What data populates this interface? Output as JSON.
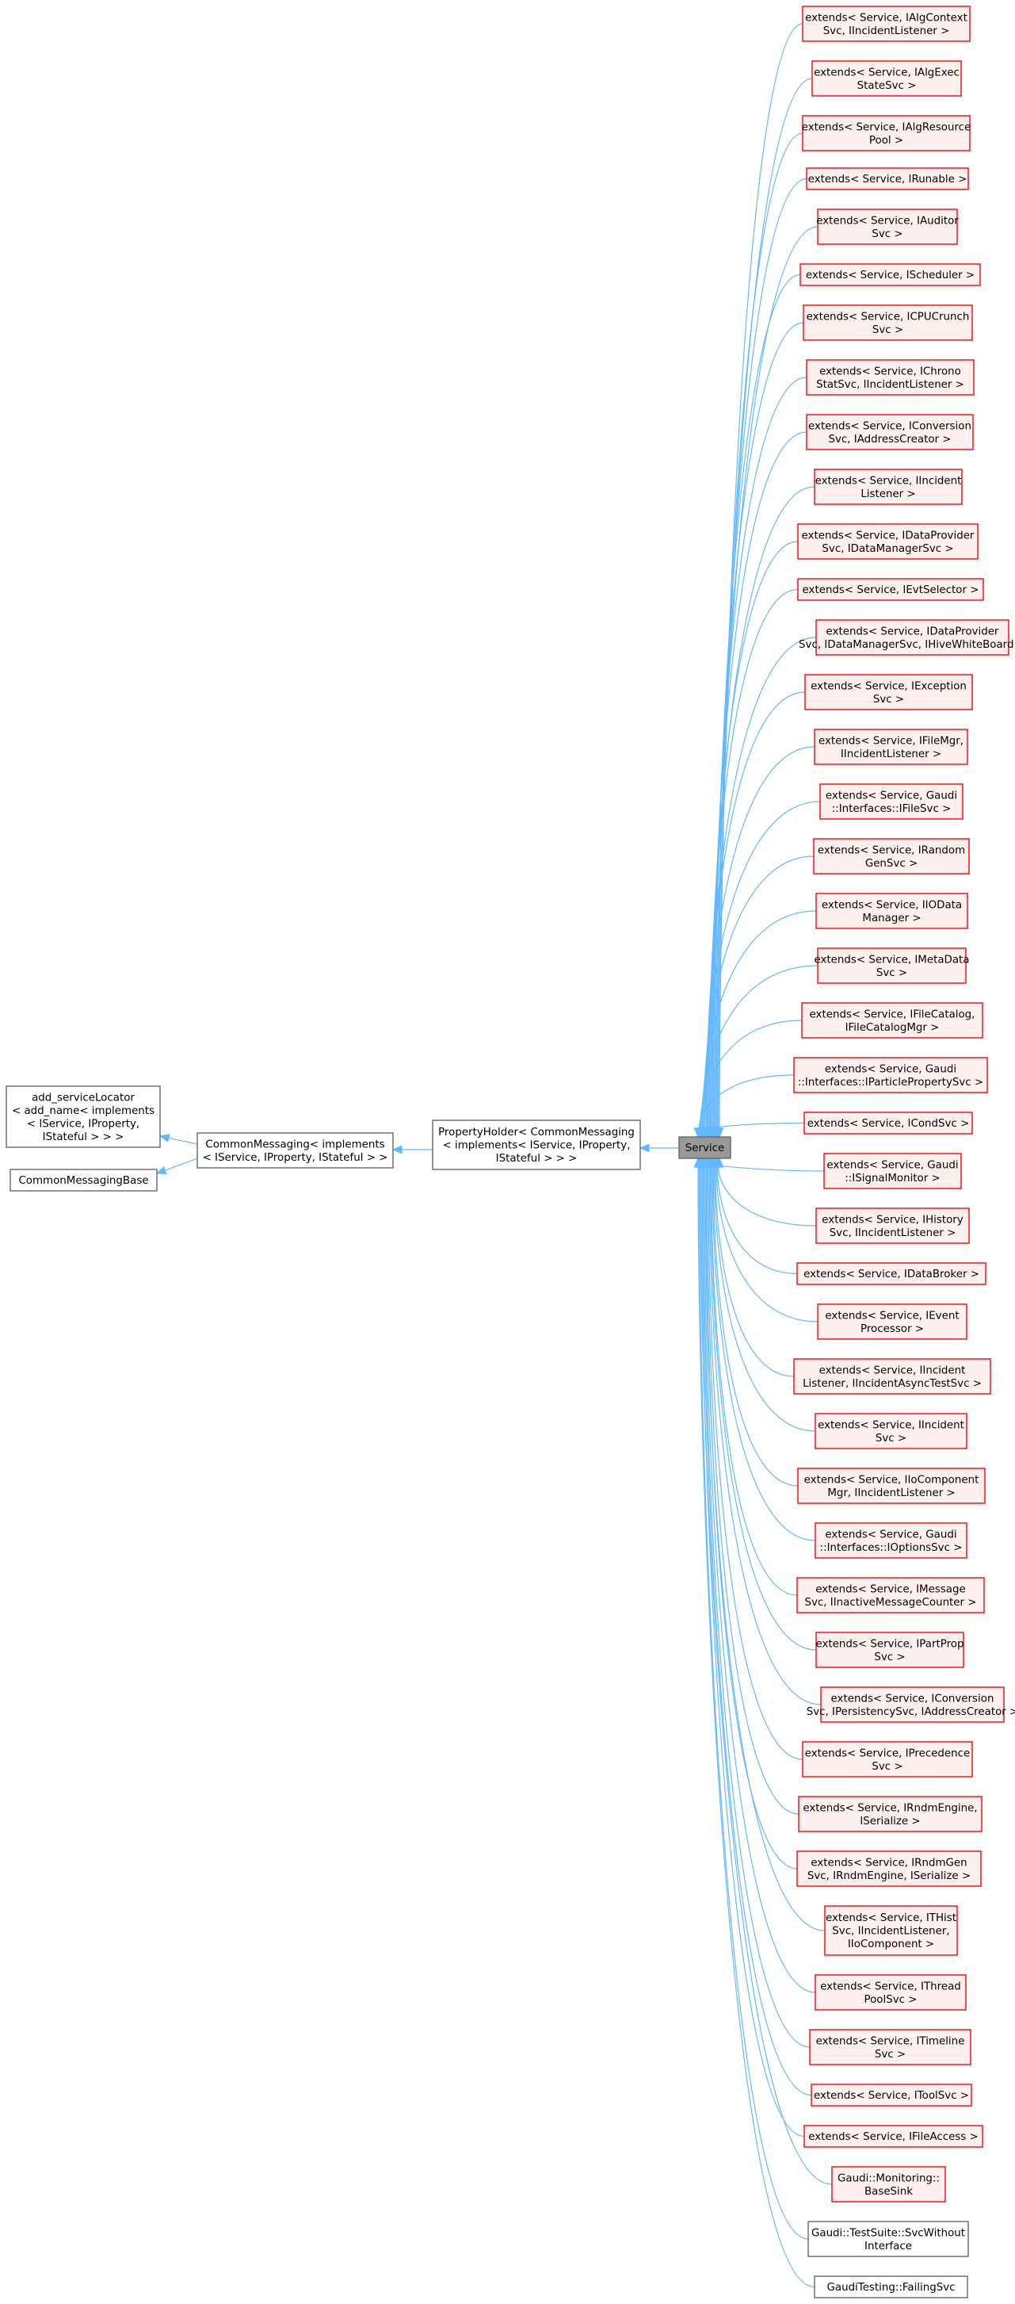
{
  "colors": {
    "edge": "#63b8ff",
    "plain_node_border": "#666666",
    "plain_node_fill": "#ffffff",
    "derived_node_border": "#ff0000",
    "derived_node_fill": "#fff0f0",
    "focus_node_border": "#666666",
    "focus_node_fill": "#999999"
  },
  "left_nodes": [
    {
      "id": "add_serviceLocator",
      "lines": [
        "add_serviceLocator",
        "< add_name< implements",
        "< IService, IProperty,",
        "IStateful > > >"
      ]
    },
    {
      "id": "CommonMessagingBase",
      "lines": [
        "CommonMessagingBase"
      ]
    }
  ],
  "middle_nodes": [
    {
      "id": "CommonMessaging",
      "lines": [
        "CommonMessaging< implements",
        "< IService, IProperty, IStateful > >"
      ]
    },
    {
      "id": "PropertyHolder",
      "lines": [
        "PropertyHolder< CommonMessaging",
        "< implements< IService, IProperty,",
        "IStateful > > >"
      ]
    }
  ],
  "focus_node": {
    "id": "Service",
    "lines": [
      "Service"
    ]
  },
  "derived_nodes": [
    {
      "lines": [
        "extends< Service, IAlgContext",
        "Svc, IIncidentListener >"
      ],
      "style": "derived"
    },
    {
      "lines": [
        "extends< Service, IAlgExec",
        "StateSvc >"
      ],
      "style": "derived"
    },
    {
      "lines": [
        "extends< Service, IAlgResource",
        "Pool >"
      ],
      "style": "derived"
    },
    {
      "lines": [
        "extends< Service, IRunable >"
      ],
      "style": "derived"
    },
    {
      "lines": [
        "extends< Service, IAuditor",
        "Svc >"
      ],
      "style": "derived"
    },
    {
      "lines": [
        "extends< Service, IScheduler >"
      ],
      "style": "derived"
    },
    {
      "lines": [
        "extends< Service, ICPUCrunch",
        "Svc >"
      ],
      "style": "derived"
    },
    {
      "lines": [
        "extends< Service, IChrono",
        "StatSvc, IIncidentListener >"
      ],
      "style": "derived"
    },
    {
      "lines": [
        "extends< Service, IConversion",
        "Svc, IAddressCreator >"
      ],
      "style": "derived"
    },
    {
      "lines": [
        "extends< Service, IIncident",
        "Listener >"
      ],
      "style": "derived"
    },
    {
      "lines": [
        "extends< Service, IDataProvider",
        "Svc, IDataManagerSvc >"
      ],
      "style": "derived"
    },
    {
      "lines": [
        "extends< Service, IEvtSelector >"
      ],
      "style": "derived"
    },
    {
      "lines": [
        "extends< Service, IDataProvider",
        "Svc, IDataManagerSvc, IHiveWhiteBoard >"
      ],
      "style": "derived"
    },
    {
      "lines": [
        "extends< Service, IException",
        "Svc >"
      ],
      "style": "derived"
    },
    {
      "lines": [
        "extends< Service, IFileMgr,",
        "IIncidentListener >"
      ],
      "style": "derived"
    },
    {
      "lines": [
        "extends< Service, Gaudi",
        "::Interfaces::IFileSvc >"
      ],
      "style": "derived"
    },
    {
      "lines": [
        "extends< Service, IRandom",
        "GenSvc >"
      ],
      "style": "derived"
    },
    {
      "lines": [
        "extends< Service, IIOData",
        "Manager >"
      ],
      "style": "derived"
    },
    {
      "lines": [
        "extends< Service, IMetaData",
        "Svc >"
      ],
      "style": "derived"
    },
    {
      "lines": [
        "extends< Service, IFileCatalog,",
        "IFileCatalogMgr >"
      ],
      "style": "derived"
    },
    {
      "lines": [
        "extends< Service, Gaudi",
        "::Interfaces::IParticlePropertySvc >"
      ],
      "style": "derived"
    },
    {
      "lines": [
        "extends< Service, ICondSvc >"
      ],
      "style": "derived"
    },
    {
      "lines": [
        "extends< Service, Gaudi",
        "::ISignalMonitor >"
      ],
      "style": "derived"
    },
    {
      "lines": [
        "extends< Service, IHistory",
        "Svc, IIncidentListener >"
      ],
      "style": "derived"
    },
    {
      "lines": [
        "extends< Service, IDataBroker >"
      ],
      "style": "derived"
    },
    {
      "lines": [
        "extends< Service, IEvent",
        "Processor >"
      ],
      "style": "derived"
    },
    {
      "lines": [
        "extends< Service, IIncident",
        "Listener, IIncidentAsyncTestSvc >"
      ],
      "style": "derived"
    },
    {
      "lines": [
        "extends< Service, IIncident",
        "Svc >"
      ],
      "style": "derived"
    },
    {
      "lines": [
        "extends< Service, IIoComponent",
        "Mgr, IIncidentListener >"
      ],
      "style": "derived"
    },
    {
      "lines": [
        "extends< Service, Gaudi",
        "::Interfaces::IOptionsSvc >"
      ],
      "style": "derived"
    },
    {
      "lines": [
        "extends< Service, IMessage",
        "Svc, IInactiveMessageCounter >"
      ],
      "style": "derived"
    },
    {
      "lines": [
        "extends< Service, IPartProp",
        "Svc >"
      ],
      "style": "derived"
    },
    {
      "lines": [
        "extends< Service, IConversion",
        "Svc, IPersistencySvc, IAddressCreator >"
      ],
      "style": "derived"
    },
    {
      "lines": [
        "extends< Service, IPrecedence",
        "Svc >"
      ],
      "style": "derived"
    },
    {
      "lines": [
        "extends< Service, IRndmEngine,",
        "ISerialize >"
      ],
      "style": "derived"
    },
    {
      "lines": [
        "extends< Service, IRndmGen",
        "Svc, IRndmEngine, ISerialize >"
      ],
      "style": "derived"
    },
    {
      "lines": [
        "extends< Service, ITHist",
        "Svc, IIncidentListener,",
        "IIoComponent >"
      ],
      "style": "derived"
    },
    {
      "lines": [
        "extends< Service, IThread",
        "PoolSvc >"
      ],
      "style": "derived"
    },
    {
      "lines": [
        "extends< Service, ITimeline",
        "Svc >"
      ],
      "style": "derived"
    },
    {
      "lines": [
        "extends< Service, IToolSvc >"
      ],
      "style": "derived"
    },
    {
      "lines": [
        "extends< Service, IFileAccess >"
      ],
      "style": "derived"
    },
    {
      "lines": [
        "Gaudi::Monitoring::",
        "BaseSink"
      ],
      "style": "derived"
    },
    {
      "lines": [
        "Gaudi::TestSuite::SvcWithout",
        "Interface"
      ],
      "style": "plain"
    },
    {
      "lines": [
        "GaudiTesting::FailingSvc"
      ],
      "style": "plain"
    }
  ]
}
